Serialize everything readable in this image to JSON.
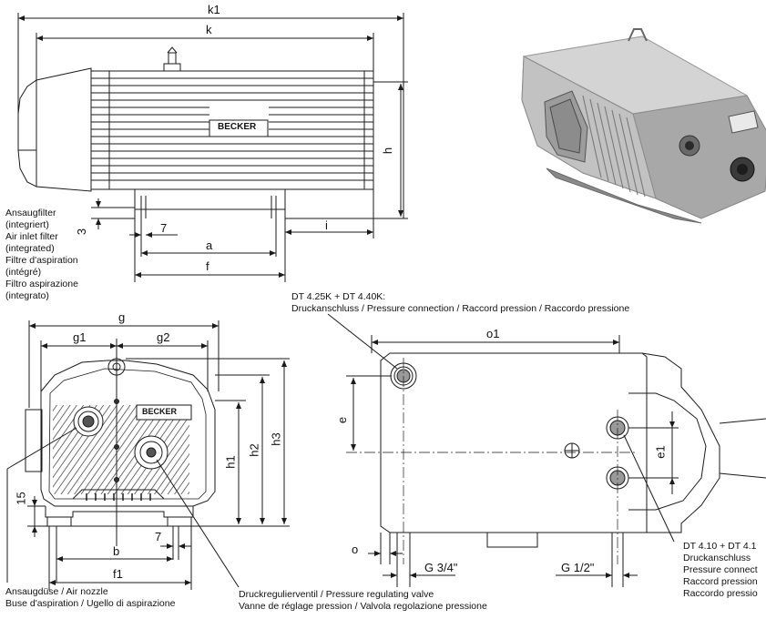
{
  "brand": "BECKER",
  "side_view": {
    "dims": {
      "k1": "k1",
      "k": "k",
      "h": "h",
      "three": "3",
      "seven": "7",
      "a": "a",
      "f": "f",
      "i": "i"
    },
    "filter_note": [
      "Ansaugfilter",
      "(integriert)",
      "Air inlet filter",
      "(integrated)",
      "Filtre d'aspiration",
      "(intégré)",
      "Filtro aspirazione",
      "(integrato)"
    ]
  },
  "front_view": {
    "dims": {
      "g": "g",
      "g1": "g1",
      "g2": "g2",
      "h1": "h1",
      "h2": "h2",
      "h3": "h3",
      "fifteen": "15",
      "seven": "7",
      "b": "b",
      "f1": "f1"
    },
    "nozzle_note": [
      "Ansaugdüse / Air nozzle",
      "Buse d'aspiration / Ugello di aspirazione"
    ],
    "valve_note": [
      "Druckregulierventil / Pressure regulating valve",
      "Vanne de réglage pression / Valvola regolazione pressione"
    ]
  },
  "top_view": {
    "dims": {
      "o1": "o1",
      "e": "e",
      "e1": "e1",
      "o": "o",
      "g34": "G 3/4\"",
      "g12": "G 1/2\""
    },
    "dt_note_top": [
      "DT 4.25K + DT 4.40K:",
      "Druckanschluss / Pressure connection / Raccord pression / Raccordo pressione"
    ],
    "dt_note_right": [
      "DT 4.10 + DT 4.1",
      "Druckanschluss",
      "Pressure connect",
      "Raccord pression",
      "Raccordo pressio"
    ]
  },
  "colors": {
    "line": "#1a1a1a",
    "photo_body": "#b9b9b9",
    "photo_dark": "#6a6a6a",
    "photo_light": "#d9d9d9"
  }
}
